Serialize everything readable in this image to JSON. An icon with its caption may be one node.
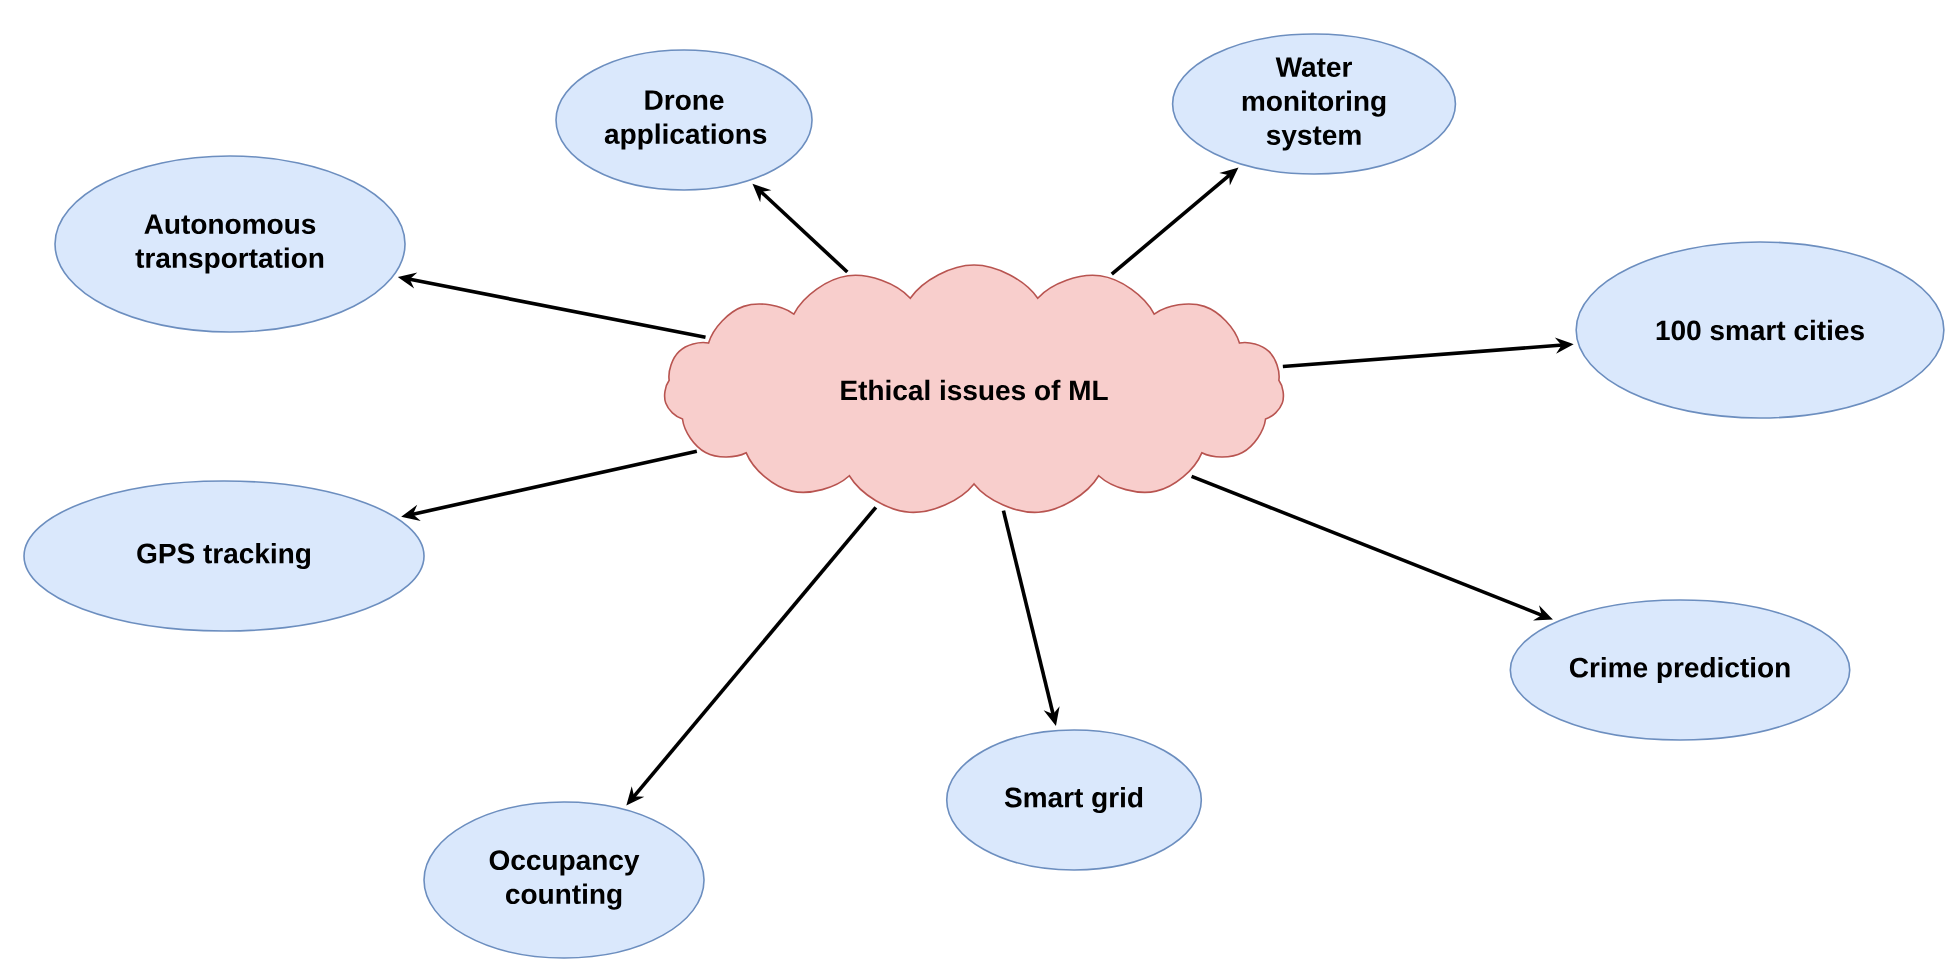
{
  "diagram": {
    "nodes": [
      {
        "text": [
          "Ethical issues of ML"
        ]
      },
      {
        "text": [
          "Drone applications"
        ]
      },
      {
        "text": [
          "Water monitoring system"
        ]
      },
      {
        "text": [
          "Autonomous transportation"
        ]
      },
      {
        "text": [
          "100 smart cities"
        ]
      },
      {
        "text": [
          "GPS tracking"
        ]
      },
      {
        "text": [
          "Crime prediction"
        ]
      },
      {
        "text": [
          "Smart grid"
        ]
      },
      {
        "text": [
          "Occupancy counting"
        ]
      }
    ],
    "edges": [
      {
        "from": 0,
        "to": 1,
        "arrow": "to"
      },
      {
        "from": 0,
        "to": 2,
        "arrow": "to"
      },
      {
        "from": 0,
        "to": 3,
        "arrow": "to"
      },
      {
        "from": 0,
        "to": 4,
        "arrow": "to"
      },
      {
        "from": 0,
        "to": 5,
        "arrow": "to"
      },
      {
        "from": 0,
        "to": 6,
        "arrow": "to"
      },
      {
        "from": 0,
        "to": 7,
        "arrow": "to"
      },
      {
        "from": 0,
        "to": 8,
        "arrow": "to"
      }
    ]
  }
}
